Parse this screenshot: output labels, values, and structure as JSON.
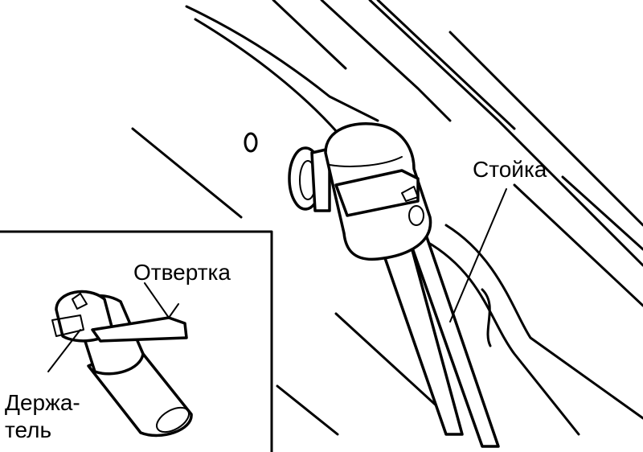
{
  "labels": {
    "strut": "Стойка",
    "screwdriver": "Отвертка",
    "holder_line1": "Держа-",
    "holder_line2": "тель"
  },
  "colors": {
    "ink": "#000000",
    "paper": "#ffffff"
  }
}
